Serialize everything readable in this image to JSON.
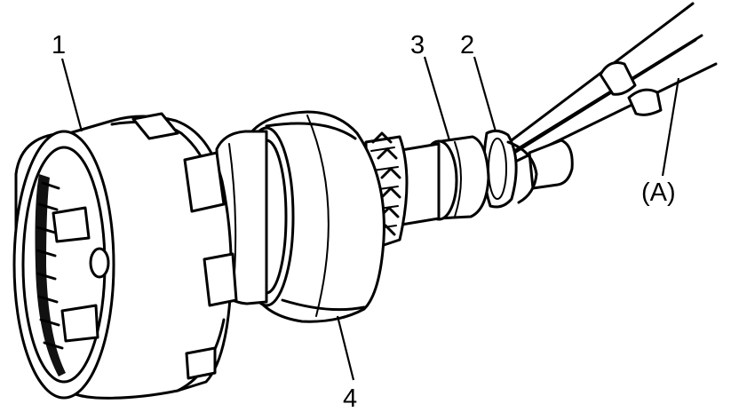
{
  "callouts": {
    "part_1": "1",
    "part_2": "2",
    "part_3": "3",
    "part_4": "4",
    "tool_a": "(A)"
  },
  "colors": {
    "ink": "#000000",
    "paper": "#ffffff"
  }
}
